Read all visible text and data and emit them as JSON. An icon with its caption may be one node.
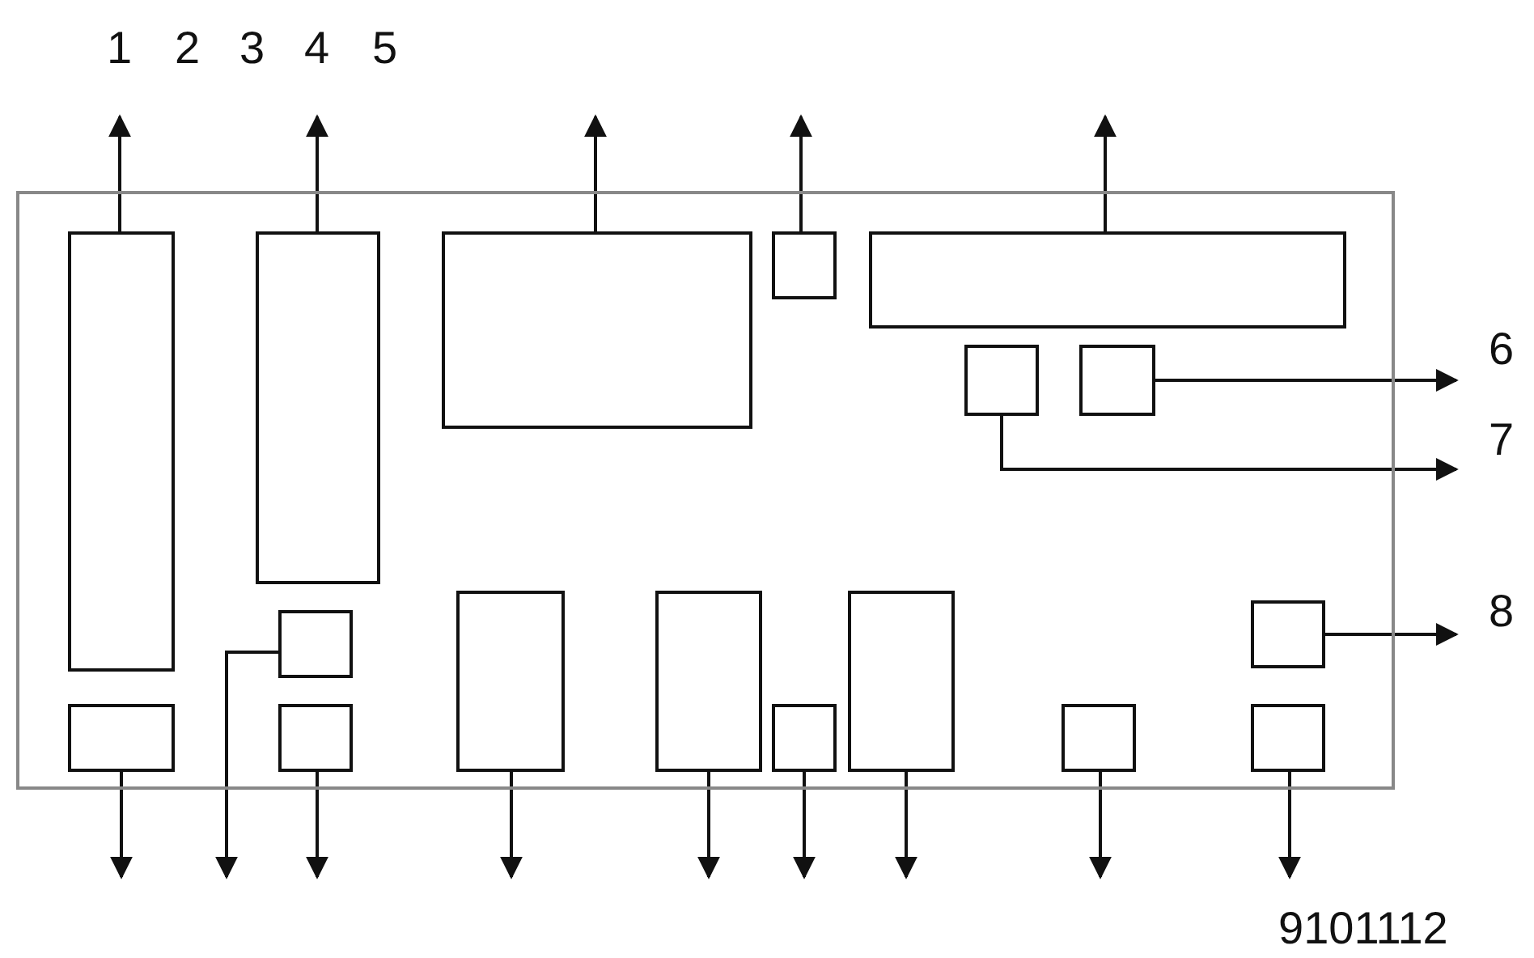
{
  "diagram": {
    "nodes": [
      {
        "text": [],
        "shape": "box"
      },
      {
        "text": [],
        "shape": "box",
        "in": 0
      },
      {
        "text": [],
        "shape": "box",
        "in": 0
      },
      {
        "text": [],
        "shape": "box",
        "in": 0
      },
      {
        "text": [],
        "shape": "box",
        "in": 0
      },
      {
        "text": [],
        "shape": "box",
        "in": 0
      },
      {
        "text": [],
        "shape": "box",
        "in": 0
      },
      {
        "text": [],
        "shape": "box",
        "in": 0
      },
      {
        "text": [],
        "shape": "box",
        "in": 0
      },
      {
        "text": [],
        "shape": "box",
        "in": 0
      },
      {
        "text": [],
        "shape": "box",
        "in": 0
      },
      {
        "text": [],
        "shape": "box",
        "in": 0
      },
      {
        "text": [],
        "shape": "box",
        "in": 0
      },
      {
        "text": [],
        "shape": "box",
        "in": 0
      },
      {
        "text": [],
        "shape": "box",
        "in": 0
      },
      {
        "text": [],
        "shape": "box",
        "in": 0
      },
      {
        "text": [],
        "shape": "box",
        "in": 0
      },
      {
        "text": [],
        "shape": "box",
        "in": 0
      }
    ],
    "edges": [
      {
        "from": 1,
        "to": null,
        "arrow": "to"
      },
      {
        "from": 2,
        "to": null,
        "arrow": "to"
      },
      {
        "from": 3,
        "to": null,
        "arrow": "to"
      },
      {
        "from": 4,
        "to": null,
        "arrow": "to"
      },
      {
        "from": 5,
        "to": null,
        "arrow": "to"
      },
      {
        "from": 7,
        "to": null,
        "arrow": "to"
      },
      {
        "from": 6,
        "to": null,
        "arrow": "to"
      },
      {
        "from": 12,
        "to": null,
        "arrow": "to"
      },
      {
        "from": 13,
        "to": null,
        "arrow": "to"
      },
      {
        "from": 11,
        "to": null,
        "arrow": "to"
      },
      {
        "from": 14,
        "to": null,
        "arrow": "to"
      },
      {
        "from": 8,
        "to": null,
        "arrow": "to"
      },
      {
        "from": 9,
        "to": null,
        "arrow": "to"
      },
      {
        "from": 15,
        "to": null,
        "arrow": "to"
      },
      {
        "from": 10,
        "to": null,
        "arrow": "to"
      },
      {
        "from": 16,
        "to": null,
        "arrow": "to"
      },
      {
        "from": 17,
        "to": null,
        "arrow": "to"
      }
    ],
    "labels": [
      "1",
      "2",
      "3",
      "4",
      "5",
      "6",
      "7",
      "8",
      "9101112"
    ]
  }
}
